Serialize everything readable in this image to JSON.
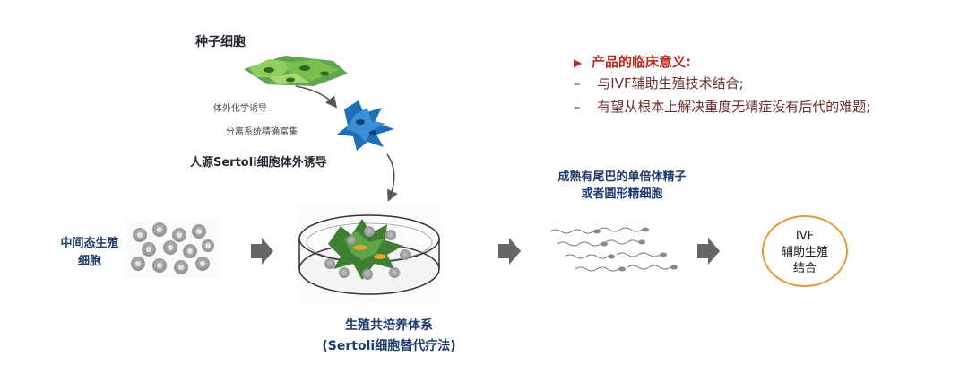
{
  "seed": {
    "title": "种子细胞",
    "step1": "体外化学诱导",
    "step2": "分离系统精确富集",
    "induction": "人源Sertoli细胞体外诱导"
  },
  "clinical": {
    "title": "产品的临床意义:",
    "items": [
      "与IVF辅助生殖技术结合;",
      "有望从根本上解决重度无精症没有后代的难题;"
    ]
  },
  "intermediate": {
    "line1": "中间态生殖",
    "line2": "细胞"
  },
  "coculture": {
    "line1": "生殖共培养体系",
    "line2": "(Sertoli细胞替代疗法)"
  },
  "sperm": {
    "line1": "成熟有尾巴的单倍体精子",
    "line2": "或者圆形精细胞"
  },
  "ivf": {
    "line1": "IVF",
    "line2": "辅助生殖",
    "line3": "结合"
  },
  "colors": {
    "clinical_title": "#c0261b",
    "clinical_text": "#6a2f2a",
    "navy_label": "#1f3b6e",
    "ivf_border": "#e8963a"
  }
}
